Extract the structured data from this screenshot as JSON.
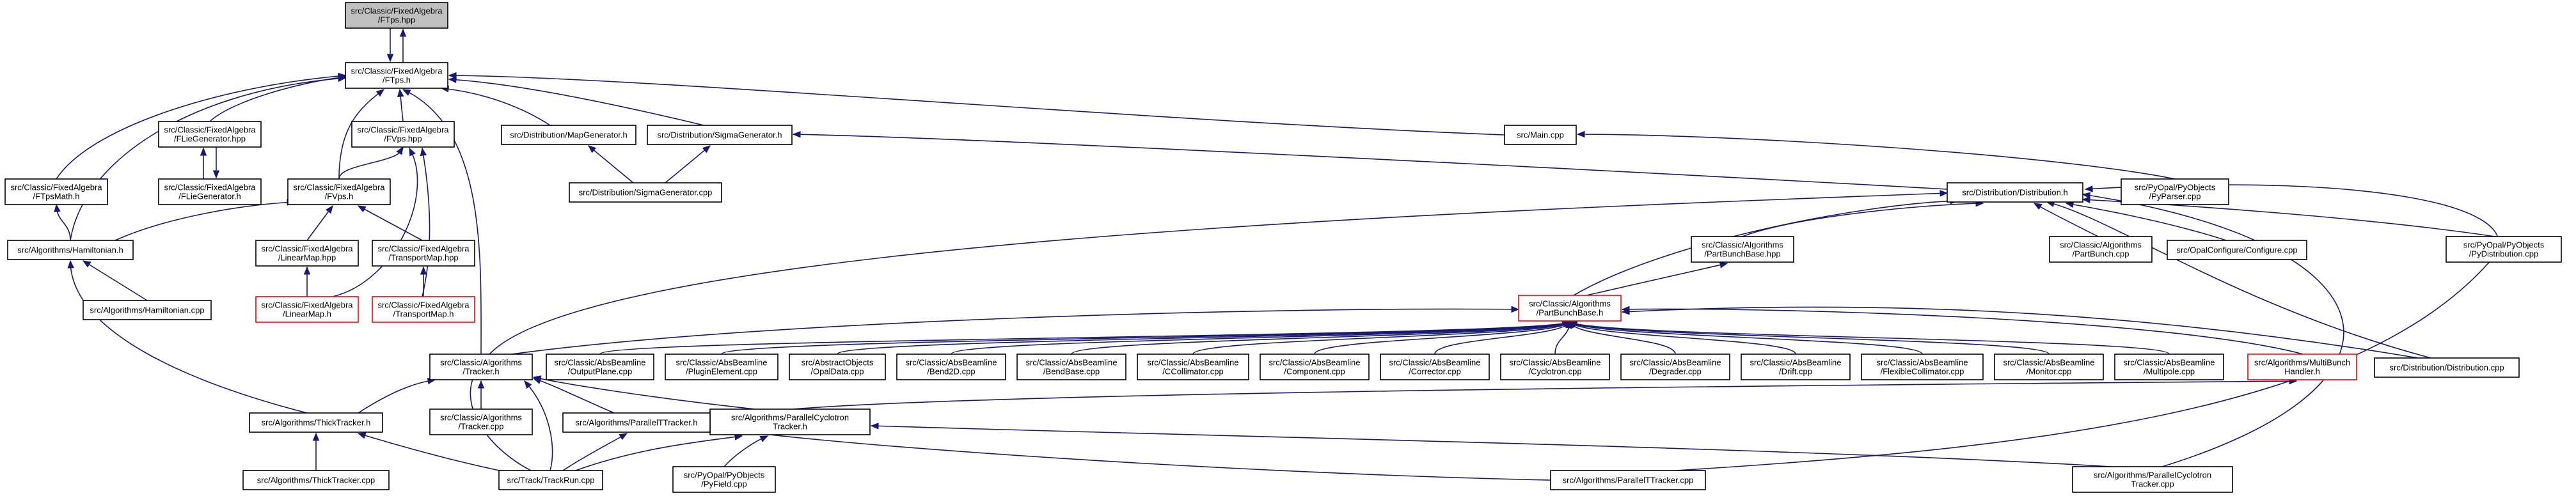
{
  "diagram": {
    "nodes": [
      {
        "id": "ftps_hpp",
        "lines": [
          "src/Classic/FixedAlgebra",
          "/FTps.hpp"
        ],
        "style": "highlight"
      },
      {
        "id": "ftps_h",
        "lines": [
          "src/Classic/FixedAlgebra",
          "/FTps.h"
        ],
        "style": "normal"
      },
      {
        "id": "flie_hpp",
        "lines": [
          "src/Classic/FixedAlgebra",
          "/FLieGenerator.hpp"
        ],
        "style": "normal"
      },
      {
        "id": "fvps_hpp",
        "lines": [
          "src/Classic/FixedAlgebra",
          "/FVps.hpp"
        ],
        "style": "normal"
      },
      {
        "id": "flie_h",
        "lines": [
          "src/Classic/FixedAlgebra",
          "/FLieGenerator.h"
        ],
        "style": "normal"
      },
      {
        "id": "ftpsmath",
        "lines": [
          "src/Classic/FixedAlgebra",
          "/FTpsMath.h"
        ],
        "style": "normal"
      },
      {
        "id": "fvps_h",
        "lines": [
          "src/Classic/FixedAlgebra",
          "/FVps.h"
        ],
        "style": "normal"
      },
      {
        "id": "hamiltonian_h",
        "lines": [
          "src/Algorithms/Hamiltonian.h"
        ],
        "style": "normal"
      },
      {
        "id": "linearmap_hpp",
        "lines": [
          "src/Classic/FixedAlgebra",
          "/LinearMap.hpp"
        ],
        "style": "normal"
      },
      {
        "id": "transportmap_hpp",
        "lines": [
          "src/Classic/FixedAlgebra",
          "/TransportMap.hpp"
        ],
        "style": "normal"
      },
      {
        "id": "hamiltonian_cpp",
        "lines": [
          "src/Algorithms/Hamiltonian.cpp"
        ],
        "style": "normal"
      },
      {
        "id": "linearmap_h",
        "lines": [
          "src/Classic/FixedAlgebra",
          "/LinearMap.h"
        ],
        "style": "red"
      },
      {
        "id": "transportmap_h",
        "lines": [
          "src/Classic/FixedAlgebra",
          "/TransportMap.h"
        ],
        "style": "red"
      },
      {
        "id": "mapgen_h",
        "lines": [
          "src/Distribution/MapGenerator.h"
        ],
        "style": "normal"
      },
      {
        "id": "sigmagen_h",
        "lines": [
          "src/Distribution/SigmaGenerator.h"
        ],
        "style": "normal"
      },
      {
        "id": "sigmagen_cpp",
        "lines": [
          "src/Distribution/SigmaGenerator.cpp"
        ],
        "style": "normal"
      },
      {
        "id": "main_cpp",
        "lines": [
          "src/Main.cpp"
        ],
        "style": "normal"
      },
      {
        "id": "distribution_h",
        "lines": [
          "src/Distribution/Distribution.h"
        ],
        "style": "normal"
      },
      {
        "id": "pyparser_cpp",
        "lines": [
          "src/PyOpal/PyObjects",
          "/PyParser.cpp"
        ],
        "style": "normal"
      },
      {
        "id": "partbunchbase_hpp",
        "lines": [
          "src/Classic/Algorithms",
          "/PartBunchBase.hpp"
        ],
        "style": "normal"
      },
      {
        "id": "partbunch_cpp",
        "lines": [
          "src/Classic/Algorithms",
          "/PartBunch.cpp"
        ],
        "style": "normal"
      },
      {
        "id": "configure_cpp",
        "lines": [
          "src/OpalConfigure/Configure.cpp"
        ],
        "style": "normal"
      },
      {
        "id": "pydistribution_cpp",
        "lines": [
          "src/PyOpal/PyObjects",
          "/PyDistribution.cpp"
        ],
        "style": "normal"
      },
      {
        "id": "partbunchbase_h",
        "lines": [
          "src/Classic/Algorithms",
          "/PartBunchBase.h"
        ],
        "style": "red"
      },
      {
        "id": "tracker_h",
        "lines": [
          "src/Classic/Algorithms",
          "/Tracker.h"
        ],
        "style": "normal"
      },
      {
        "id": "outputplane_cpp",
        "lines": [
          "src/Classic/AbsBeamline",
          "/OutputPlane.cpp"
        ],
        "style": "normal"
      },
      {
        "id": "pluginelement_cpp",
        "lines": [
          "src/Classic/AbsBeamline",
          "/PluginElement.cpp"
        ],
        "style": "normal"
      },
      {
        "id": "opaldata_cpp",
        "lines": [
          "src/AbstractObjects",
          "/OpalData.cpp"
        ],
        "style": "normal"
      },
      {
        "id": "bend2d_cpp",
        "lines": [
          "src/Classic/AbsBeamline",
          "/Bend2D.cpp"
        ],
        "style": "normal"
      },
      {
        "id": "bendbase_cpp",
        "lines": [
          "src/Classic/AbsBeamline",
          "/BendBase.cpp"
        ],
        "style": "normal"
      },
      {
        "id": "ccollimator_cpp",
        "lines": [
          "src/Classic/AbsBeamline",
          "/CCollimator.cpp"
        ],
        "style": "normal"
      },
      {
        "id": "component_cpp",
        "lines": [
          "src/Classic/AbsBeamline",
          "/Component.cpp"
        ],
        "style": "normal"
      },
      {
        "id": "corrector_cpp",
        "lines": [
          "src/Classic/AbsBeamline",
          "/Corrector.cpp"
        ],
        "style": "normal"
      },
      {
        "id": "cyclotron_cpp",
        "lines": [
          "src/Classic/AbsBeamline",
          "/Cyclotron.cpp"
        ],
        "style": "normal"
      },
      {
        "id": "degrader_cpp",
        "lines": [
          "src/Classic/AbsBeamline",
          "/Degrader.cpp"
        ],
        "style": "normal"
      },
      {
        "id": "drift_cpp",
        "lines": [
          "src/Classic/AbsBeamline",
          "/Drift.cpp"
        ],
        "style": "normal"
      },
      {
        "id": "flexcoll_cpp",
        "lines": [
          "src/Classic/AbsBeamline",
          "/FlexibleCollimator.cpp"
        ],
        "style": "normal"
      },
      {
        "id": "monitor_cpp",
        "lines": [
          "src/Classic/AbsBeamline",
          "/Monitor.cpp"
        ],
        "style": "normal"
      },
      {
        "id": "multipole_cpp",
        "lines": [
          "src/Classic/AbsBeamline",
          "/Multipole.cpp"
        ],
        "style": "normal"
      },
      {
        "id": "multibunch_h",
        "lines": [
          "src/Algorithms/MultiBunch",
          "Handler.h"
        ],
        "style": "red"
      },
      {
        "id": "distribution_cpp",
        "lines": [
          "src/Distribution/Distribution.cpp"
        ],
        "style": "normal"
      },
      {
        "id": "tracker_cpp",
        "lines": [
          "src/Classic/Algorithms",
          "/Tracker.cpp"
        ],
        "style": "normal"
      },
      {
        "id": "parallelcyc_h",
        "lines": [
          "src/Algorithms/ParallelCyclotron",
          "Tracker.h"
        ],
        "style": "normal"
      },
      {
        "id": "thicktracker_h",
        "lines": [
          "src/Algorithms/ThickTracker.h"
        ],
        "style": "normal"
      },
      {
        "id": "parallelt_h",
        "lines": [
          "src/Algorithms/ParallelTTracker.h"
        ],
        "style": "normal"
      },
      {
        "id": "thicktracker_cpp",
        "lines": [
          "src/Algorithms/ThickTracker.cpp"
        ],
        "style": "normal"
      },
      {
        "id": "trackrun_cpp",
        "lines": [
          "src/Track/TrackRun.cpp"
        ],
        "style": "normal"
      },
      {
        "id": "pyfield_cpp",
        "lines": [
          "src/PyOpal/PyObjects",
          "/PyField.cpp"
        ],
        "style": "normal"
      },
      {
        "id": "parallelt_cpp",
        "lines": [
          "src/Algorithms/ParallelTTracker.cpp"
        ],
        "style": "normal"
      },
      {
        "id": "parallelcyc_cpp",
        "lines": [
          "src/Algorithms/ParallelCyclotron",
          "Tracker.cpp"
        ],
        "style": "normal"
      }
    ],
    "edges": [
      [
        "ftps_hpp",
        "ftps_h"
      ],
      [
        "ftps_h",
        "ftps_hpp"
      ],
      [
        "flie_hpp",
        "ftps_h"
      ],
      [
        "fvps_hpp",
        "ftps_h"
      ],
      [
        "ftpsmath",
        "ftps_h"
      ],
      [
        "hamiltonian_h",
        "ftps_h"
      ],
      [
        "fvps_h",
        "ftps_h"
      ],
      [
        "tracker_h",
        "ftps_h"
      ],
      [
        "mapgen_h",
        "ftps_h"
      ],
      [
        "sigmagen_h",
        "ftps_h"
      ],
      [
        "main_cpp",
        "ftps_h"
      ],
      [
        "flie_h",
        "flie_hpp"
      ],
      [
        "flie_hpp",
        "flie_h"
      ],
      [
        "fvps_h",
        "fvps_hpp"
      ],
      [
        "linearmap_h",
        "fvps_hpp"
      ],
      [
        "transportmap_h",
        "fvps_hpp"
      ],
      [
        "hamiltonian_h",
        "ftpsmath"
      ],
      [
        "hamiltonian_h",
        "fvps_h"
      ],
      [
        "linearmap_hpp",
        "fvps_h"
      ],
      [
        "transportmap_hpp",
        "fvps_h"
      ],
      [
        "hamiltonian_cpp",
        "hamiltonian_h"
      ],
      [
        "thicktracker_h",
        "hamiltonian_h"
      ],
      [
        "linearmap_h",
        "linearmap_hpp"
      ],
      [
        "transportmap_h",
        "transportmap_hpp"
      ],
      [
        "sigmagen_cpp",
        "mapgen_h"
      ],
      [
        "sigmagen_cpp",
        "sigmagen_h"
      ],
      [
        "distribution_h",
        "sigmagen_h"
      ],
      [
        "pyparser_cpp",
        "main_cpp"
      ],
      [
        "partbunchbase_hpp",
        "distribution_h"
      ],
      [
        "partbunch_cpp",
        "distribution_h"
      ],
      [
        "configure_cpp",
        "distribution_h"
      ],
      [
        "pydistribution_cpp",
        "distribution_h"
      ],
      [
        "partbunchbase_h",
        "distribution_h"
      ],
      [
        "distribution_cpp",
        "distribution_h"
      ],
      [
        "trackrun_cpp",
        "distribution_h"
      ],
      [
        "parallelcyc_cpp",
        "distribution_h"
      ],
      [
        "partbunchbase_h",
        "partbunchbase_hpp"
      ],
      [
        "tracker_h",
        "partbunchbase_h"
      ],
      [
        "outputplane_cpp",
        "partbunchbase_h"
      ],
      [
        "pluginelement_cpp",
        "partbunchbase_h"
      ],
      [
        "opaldata_cpp",
        "partbunchbase_h"
      ],
      [
        "bend2d_cpp",
        "partbunchbase_h"
      ],
      [
        "bendbase_cpp",
        "partbunchbase_h"
      ],
      [
        "ccollimator_cpp",
        "partbunchbase_h"
      ],
      [
        "component_cpp",
        "partbunchbase_h"
      ],
      [
        "corrector_cpp",
        "partbunchbase_h"
      ],
      [
        "cyclotron_cpp",
        "partbunchbase_h"
      ],
      [
        "degrader_cpp",
        "partbunchbase_h"
      ],
      [
        "drift_cpp",
        "partbunchbase_h"
      ],
      [
        "flexcoll_cpp",
        "partbunchbase_h"
      ],
      [
        "monitor_cpp",
        "partbunchbase_h"
      ],
      [
        "multipole_cpp",
        "partbunchbase_h"
      ],
      [
        "multibunch_h",
        "partbunchbase_h"
      ],
      [
        "distribution_cpp",
        "partbunchbase_h"
      ],
      [
        "tracker_cpp",
        "tracker_h"
      ],
      [
        "thicktracker_h",
        "tracker_h"
      ],
      [
        "trackrun_cpp",
        "tracker_h"
      ],
      [
        "parallelt_h",
        "tracker_h"
      ],
      [
        "parallelcyc_h",
        "tracker_h"
      ],
      [
        "parallelcyc_h",
        "multibunch_h"
      ],
      [
        "thicktracker_cpp",
        "thicktracker_h"
      ],
      [
        "trackrun_cpp",
        "thicktracker_h"
      ],
      [
        "trackrun_cpp",
        "parallelt_h"
      ],
      [
        "parallelt_cpp",
        "parallelt_h"
      ],
      [
        "trackrun_cpp",
        "parallelcyc_h"
      ],
      [
        "pyfield_cpp",
        "parallelcyc_h"
      ],
      [
        "parallelcyc_cpp",
        "parallelcyc_h"
      ],
      [
        "parallelt_cpp",
        "partbunchbase_h"
      ]
    ]
  }
}
